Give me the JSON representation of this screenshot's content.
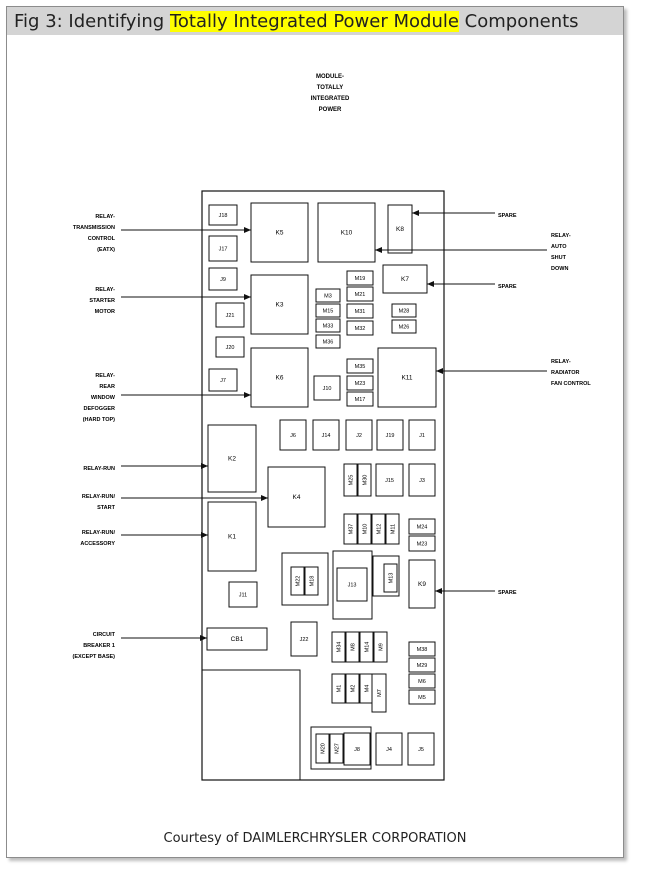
{
  "title": {
    "prefix": "Fig 3: Identifying ",
    "highlight": "Totally Integrated Power Module",
    "suffix": " Components"
  },
  "module_heading": [
    "MODULE-",
    "TOTALLY",
    "INTEGRATED",
    "POWER"
  ],
  "labels_left": {
    "eatx": [
      "RELAY-",
      "TRANSMISSION",
      "CONTROL",
      "(EATX)"
    ],
    "starter": [
      "RELAY-",
      "STARTER",
      "MOTOR"
    ],
    "defogger": [
      "RELAY-",
      "REAR",
      "WINDOW",
      "DEFOGGER",
      "(HARD TOP)"
    ],
    "run": [
      "RELAY-RUN"
    ],
    "run_start": [
      "RELAY-RUN/",
      "START"
    ],
    "run_acc": [
      "RELAY-RUN/",
      "ACCESSORY"
    ],
    "cb1": [
      "CIRCUIT",
      "BREAKER 1",
      "(EXCEPT BASE)"
    ]
  },
  "labels_right": {
    "spare1": [
      "SPARE"
    ],
    "asd": [
      "RELAY-",
      "AUTO",
      "SHUT",
      "DOWN"
    ],
    "spare2": [
      "SPARE"
    ],
    "radfan": [
      "RELAY-",
      "RADIATOR",
      "FAN CONTROL"
    ],
    "spare3": [
      "SPARE"
    ]
  },
  "components": {
    "J18": "J18",
    "J17": "J17",
    "J9": "J9",
    "J21": "J21",
    "J20": "J20",
    "J7": "J7",
    "K5": "K5",
    "K3": "K3",
    "K6": "K6",
    "K10": "K10",
    "K8": "K8",
    "K7": "K7",
    "K11": "K11",
    "M3": "M3",
    "M15": "M15",
    "M33": "M33",
    "M36": "M36",
    "M19": "M19",
    "M21": "M21",
    "M31": "M31",
    "M32": "M32",
    "M28": "M28",
    "M26": "M26",
    "M35": "M35",
    "M23": "M23",
    "M17": "M17",
    "J10": "J10",
    "J6": "J6",
    "J14": "J14",
    "J2": "J2",
    "J19": "J19",
    "J1": "J1",
    "K2": "K2",
    "K4": "K4",
    "K1": "K1",
    "M25": "M25",
    "M30": "M30",
    "J15": "J15",
    "J3": "J3",
    "M37": "M37",
    "M10": "M10",
    "M12": "M12",
    "M11": "M11",
    "M24": "M24",
    "M23b": "M23",
    "M22": "M22",
    "M18": "M18",
    "J13": "J13",
    "M13": "M13",
    "K9": "K9",
    "J11": "J11",
    "CB1": "CB1",
    "J22": "J22",
    "M34": "M34",
    "M8": "M8",
    "M14": "M14",
    "M9": "M9",
    "M38": "M38",
    "M29": "M29",
    "M6": "M6",
    "M5": "M5",
    "M1": "M1",
    "M2": "M2",
    "M4": "M4",
    "M7": "M7",
    "M20": "M20",
    "M27": "M27",
    "J8": "J8",
    "J4": "J4",
    "J5": "J5"
  },
  "credit": "Courtesy of DAIMLERCHRYSLER CORPORATION"
}
